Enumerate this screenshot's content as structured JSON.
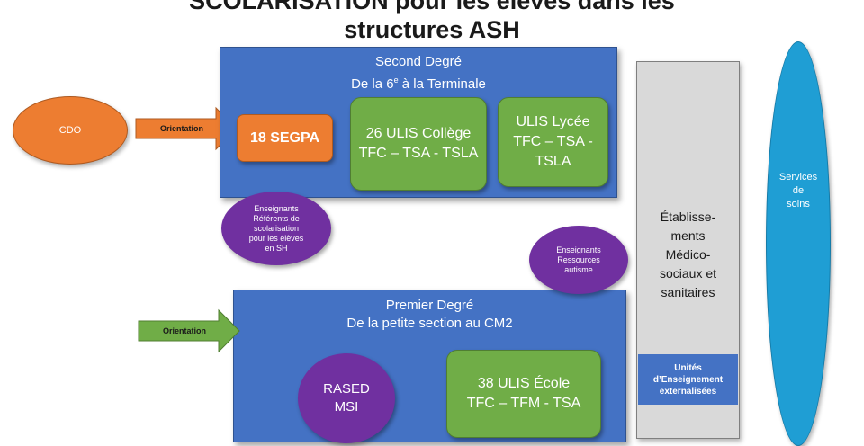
{
  "title": {
    "line1": "SCOLARISATION pour les élèves dans les",
    "line2": "structures ASH"
  },
  "cdo": {
    "label": "CDO"
  },
  "orientation_top": {
    "label": "Orientation"
  },
  "orientation_bottom": {
    "label": "Orientation"
  },
  "second_degre": {
    "line1": "Second Degré",
    "line2_prefix": "De la 6",
    "line2_sup": "e",
    "line2_suffix": " à la Terminale",
    "segpa": "18 SEGPA",
    "ulis_college": {
      "line1": "26 ULIS Collège",
      "line2": "TFC – TSA - TSLA"
    },
    "ulis_lycee": {
      "line1": "ULIS Lycée",
      "line2": "TFC – TSA -",
      "line3": "TSLA"
    }
  },
  "enseignants_referents": {
    "line1": "Enseignants",
    "line2": "Référents de",
    "line3": "scolarisation",
    "line4": "pour les élèves",
    "line5": "en SH"
  },
  "enseignants_ressources": {
    "line1": "Enseignants",
    "line2": "Ressources",
    "line3": "autisme"
  },
  "premier_degre": {
    "line1": "Premier Degré",
    "line2": "De la petite section au CM2",
    "rased": {
      "line1": "RASED",
      "line2": "MSI"
    },
    "ulis_ecole": {
      "line1": "38 ULIS École",
      "line2": "TFC – TFM - TSA"
    }
  },
  "etablissements": {
    "line1": "Établisse-",
    "line2": "ments",
    "line3": "Médico-",
    "line4": "sociaux et",
    "line5": "sanitaires"
  },
  "unites": {
    "line1": "Unités",
    "line2": "d’Enseignement",
    "line3": "externalisées"
  },
  "services": {
    "line1": "Services",
    "line2": "de",
    "line3": "soins"
  },
  "colors": {
    "blue": "#4472c4",
    "green": "#70ad47",
    "orange": "#ed7d31",
    "purple": "#7030a0",
    "gray": "#d9d9d9",
    "cyan": "#1f9ed4"
  }
}
